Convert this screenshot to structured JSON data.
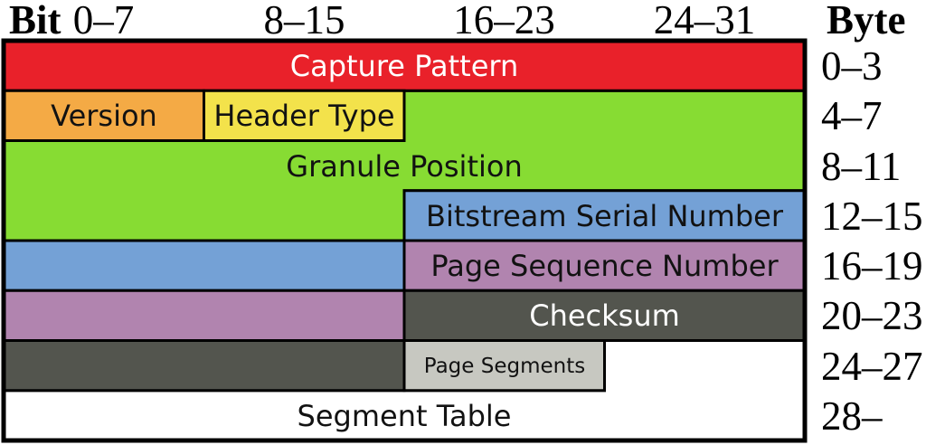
{
  "header": {
    "bit_axis": "Bit",
    "byte_axis": "Byte",
    "bit_ranges": [
      "0–7",
      "8–15",
      "16–23",
      "24–31"
    ]
  },
  "fields": {
    "capture_pattern": "Capture Pattern",
    "version": "Version",
    "header_type": "Header Type",
    "granule_position": "Granule Position",
    "bitstream_serial_number": "Bitstream Serial Number",
    "page_sequence_number": "Page Sequence Number",
    "checksum": "Checksum",
    "page_segments": "Page Segments",
    "segment_table": "Segment Table"
  },
  "byte_ranges": [
    "0–3",
    "4–7",
    "8–11",
    "12–15",
    "16–19",
    "20–23",
    "24–27",
    "28–"
  ],
  "colors": {
    "capture_pattern": "#E9212A",
    "version": "#F4AA45",
    "header_type": "#F3E24B",
    "granule_position": "#87DC33",
    "bitstream_serial_number": "#74A1D6",
    "page_sequence_number": "#B184AF",
    "checksum": "#53554E",
    "page_segments": "#C7C8C1",
    "segment_table": "#FFFFFF",
    "border": "#000000",
    "label_dark": "#121212",
    "label_light": "#FFFFFF"
  }
}
